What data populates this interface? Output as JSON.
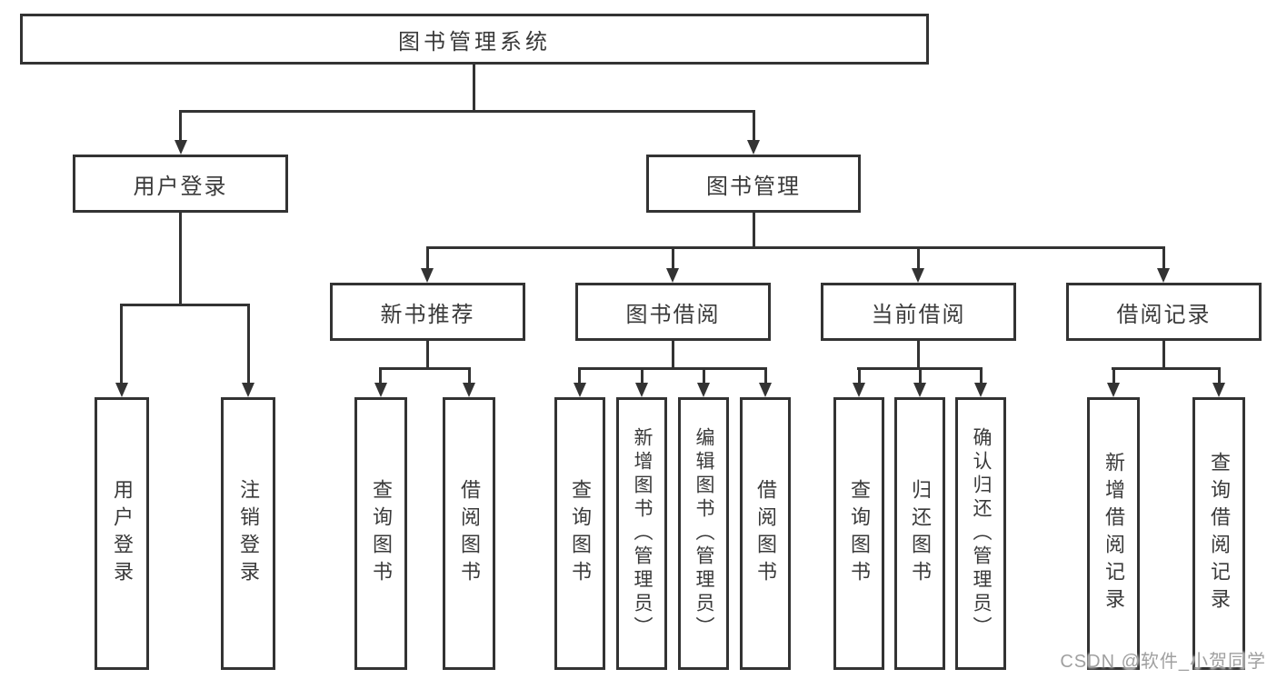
{
  "diagram": {
    "root": {
      "label": "图书管理系统"
    },
    "branches": [
      {
        "label": "用户登录",
        "children": [
          {
            "label": "用户登录"
          },
          {
            "label": "注销登录"
          }
        ]
      },
      {
        "label": "图书管理",
        "children": [
          {
            "label": "新书推荐",
            "children": [
              {
                "label": "查询图书"
              },
              {
                "label": "借阅图书"
              }
            ]
          },
          {
            "label": "图书借阅",
            "children": [
              {
                "label": "查询图书"
              },
              {
                "label": "新增图书（管理员）"
              },
              {
                "label": "编辑图书（管理员）"
              },
              {
                "label": "借阅图书"
              }
            ]
          },
          {
            "label": "当前借阅",
            "children": [
              {
                "label": "查询图书"
              },
              {
                "label": "归还图书"
              },
              {
                "label": "确认归还（管理员）"
              }
            ]
          },
          {
            "label": "借阅记录",
            "children": [
              {
                "label": "新增借阅记录"
              },
              {
                "label": "查询借阅记录"
              }
            ]
          }
        ]
      }
    ]
  },
  "watermark": {
    "text": "CSDN @软件_小贺同学"
  },
  "colors": {
    "background": "#ffffff",
    "line": "#333333",
    "border": "#333333",
    "text": "#3a3a3a",
    "watermark": "#a0a0a0"
  }
}
